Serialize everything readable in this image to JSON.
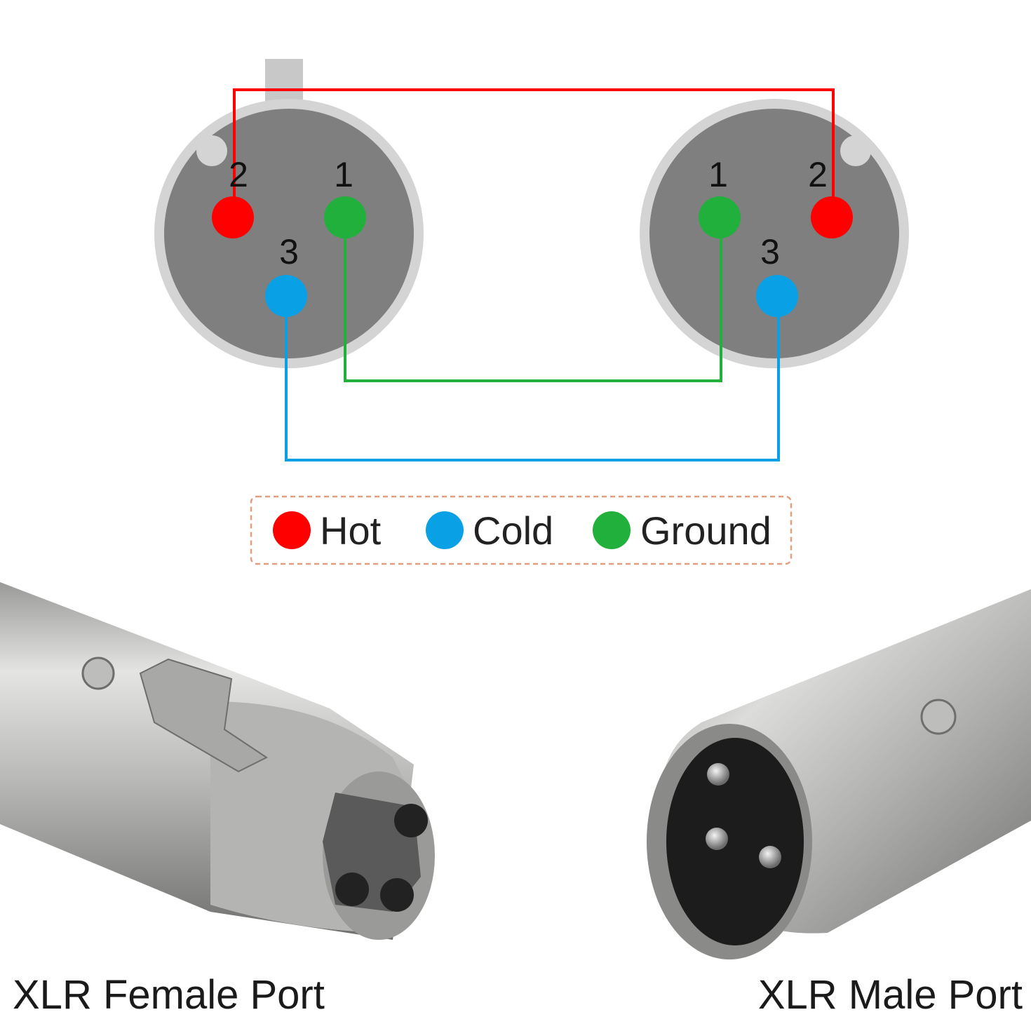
{
  "female_connector": {
    "pins": [
      {
        "number": "2",
        "signal": "hot"
      },
      {
        "number": "1",
        "signal": "ground"
      },
      {
        "number": "3",
        "signal": "cold"
      }
    ]
  },
  "male_connector": {
    "pins": [
      {
        "number": "1",
        "signal": "ground"
      },
      {
        "number": "2",
        "signal": "hot"
      },
      {
        "number": "3",
        "signal": "cold"
      }
    ]
  },
  "legend": [
    {
      "label": "Hot",
      "color": "#ff0000"
    },
    {
      "label": "Cold",
      "color": "#0aa0e6"
    },
    {
      "label": "Ground",
      "color": "#22b03c"
    }
  ],
  "colors": {
    "hot": "#ff0000",
    "cold": "#0aa0e6",
    "ground": "#22b03c",
    "connector_face": "#7f7f7f",
    "connector_rim": "#cfcfcf",
    "legend_border": "#e0a080"
  },
  "captions": {
    "left": "XLR Female Port",
    "right": "XLR Male Port"
  }
}
